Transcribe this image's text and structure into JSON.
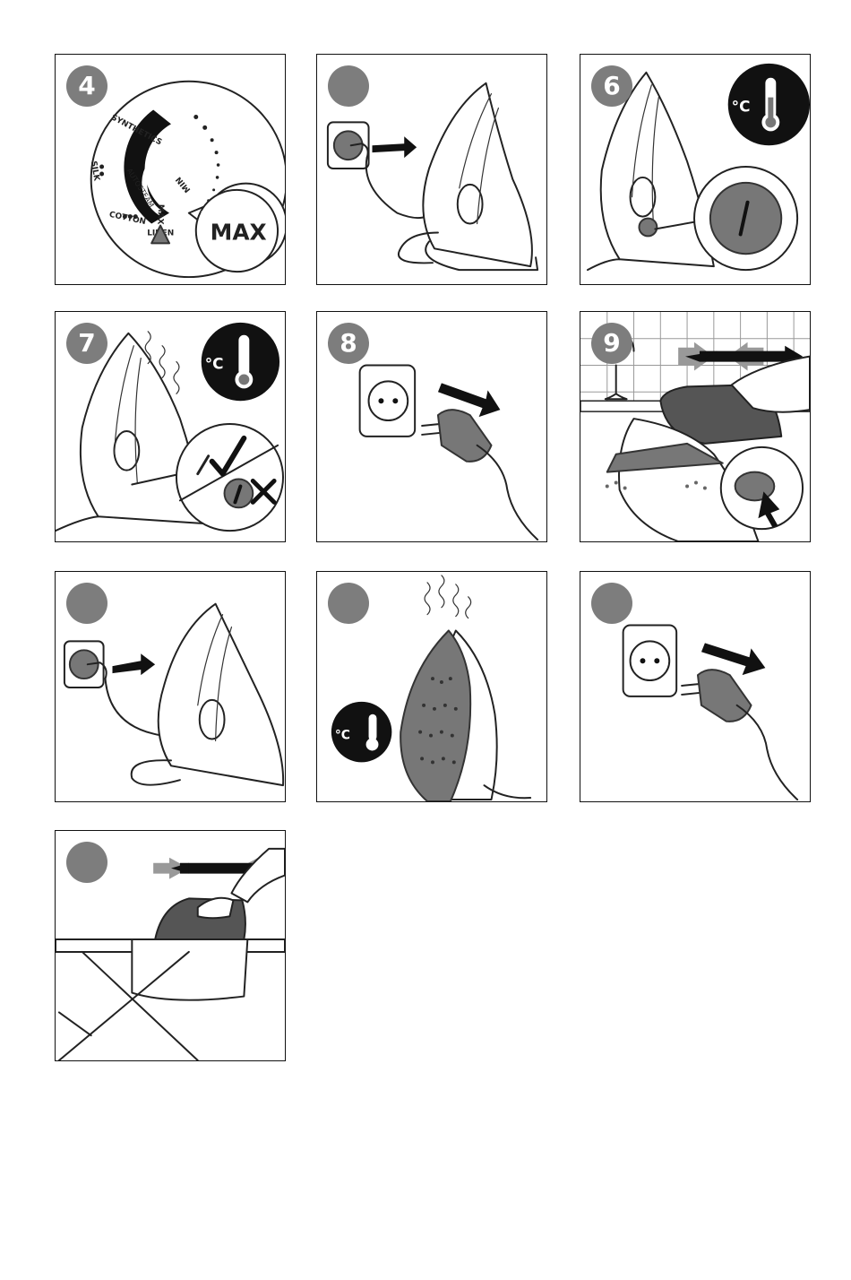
{
  "panels": [
    {
      "id": "p4",
      "step": "4"
    },
    {
      "id": "p5",
      "step": ""
    },
    {
      "id": "p6",
      "step": "6"
    },
    {
      "id": "p7",
      "step": "7"
    },
    {
      "id": "p8",
      "step": "8"
    },
    {
      "id": "p9",
      "step": "9"
    },
    {
      "id": "p10",
      "step": ""
    },
    {
      "id": "p11",
      "step": ""
    },
    {
      "id": "p12",
      "step": ""
    },
    {
      "id": "p13",
      "step": ""
    }
  ],
  "dial": {
    "synthetics": "SYNTHETICS",
    "silk": "SILK",
    "autosteam": "AUTOSTEAM",
    "cotton": "COTTON",
    "linen": "LINEN",
    "max": "MAX",
    "min": "MIN",
    "callout": "MAX"
  },
  "thermo": {
    "label": "°C"
  },
  "colors": {
    "badge": "#7d7d7d",
    "line": "#222222",
    "shade": "#777777"
  }
}
